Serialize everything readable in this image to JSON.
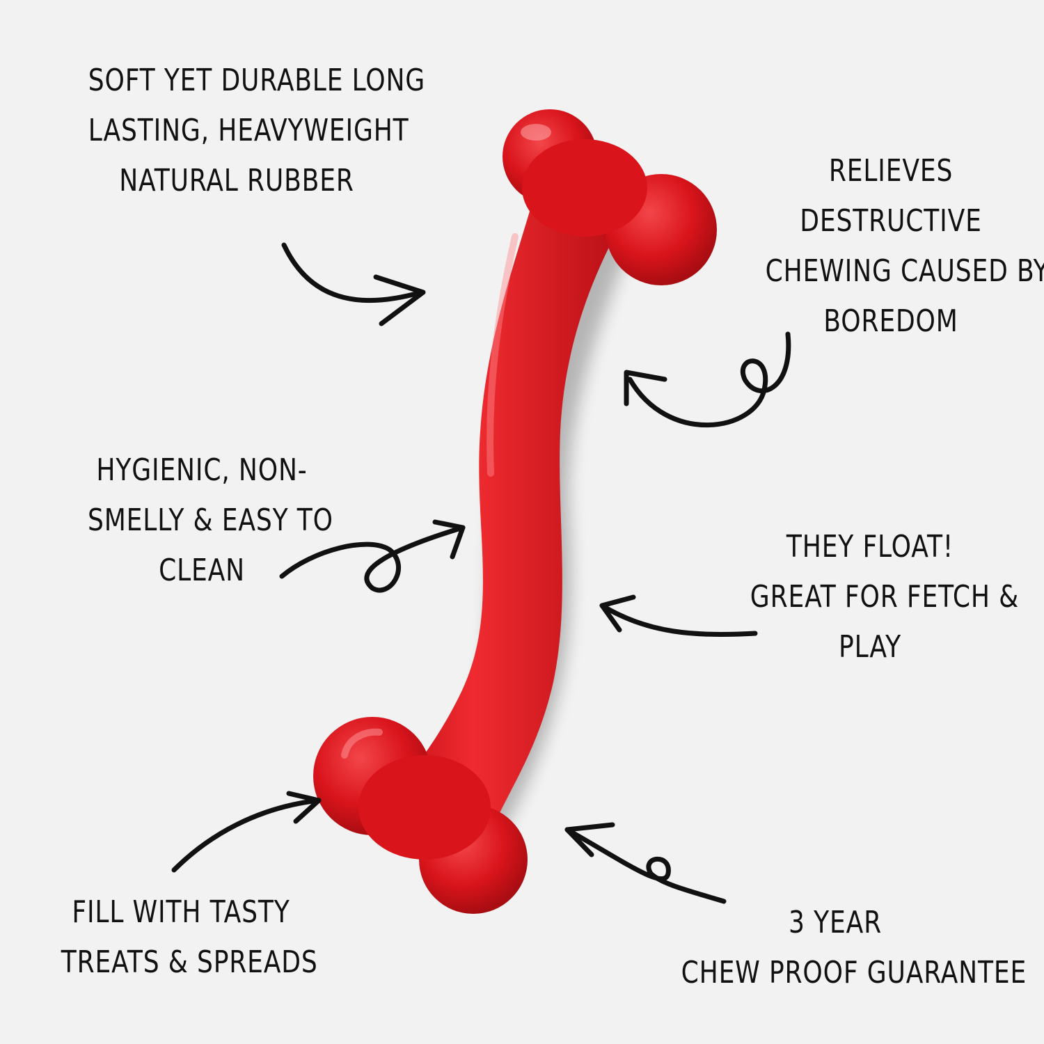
{
  "product": {
    "name_icon": "red-rubber-bone-chew-toy",
    "color": "#d9141b"
  },
  "callouts": {
    "material": {
      "lines": [
        "SOFT YET DURABLE LONG",
        "LASTING, HEAVYWEIGHT",
        "NATURAL RUBBER"
      ]
    },
    "boredom": {
      "lines": [
        "RELIEVES",
        "DESTRUCTIVE",
        "CHEWING CAUSED BY",
        "BOREDOM"
      ]
    },
    "hygiene": {
      "lines": [
        "HYGIENIC, NON-",
        "SMELLY & EASY TO",
        "CLEAN"
      ]
    },
    "float": {
      "lines": [
        "THEY FLOAT!",
        "GREAT FOR FETCH &",
        "PLAY"
      ]
    },
    "fill": {
      "lines": [
        "FILL WITH TASTY",
        "TREATS & SPREADS"
      ]
    },
    "guarantee": {
      "lines": [
        "3 YEAR",
        "CHEW PROOF GUARANTEE"
      ]
    }
  }
}
